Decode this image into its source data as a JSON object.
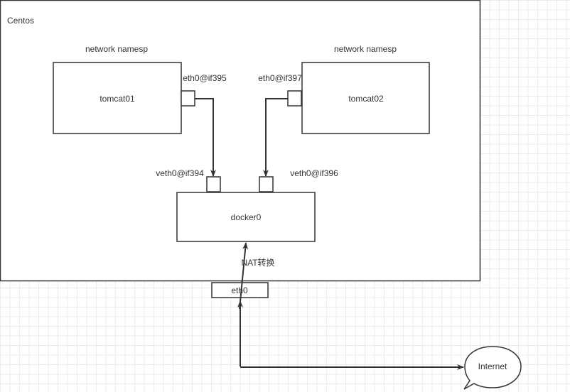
{
  "host": {
    "label": "Centos"
  },
  "containers": [
    {
      "name": "tomcat01",
      "namespace_label": "network namesp",
      "iface": "eth0@if395"
    },
    {
      "name": "tomcat02",
      "namespace_label": "network namesp",
      "iface": "eth0@if397"
    }
  ],
  "bridge": {
    "name": "docker0",
    "ports": [
      "veth0@if394",
      "veth0@if396"
    ]
  },
  "nat_label": "NAT转换",
  "host_iface": "eth0",
  "internet": "Internet"
}
